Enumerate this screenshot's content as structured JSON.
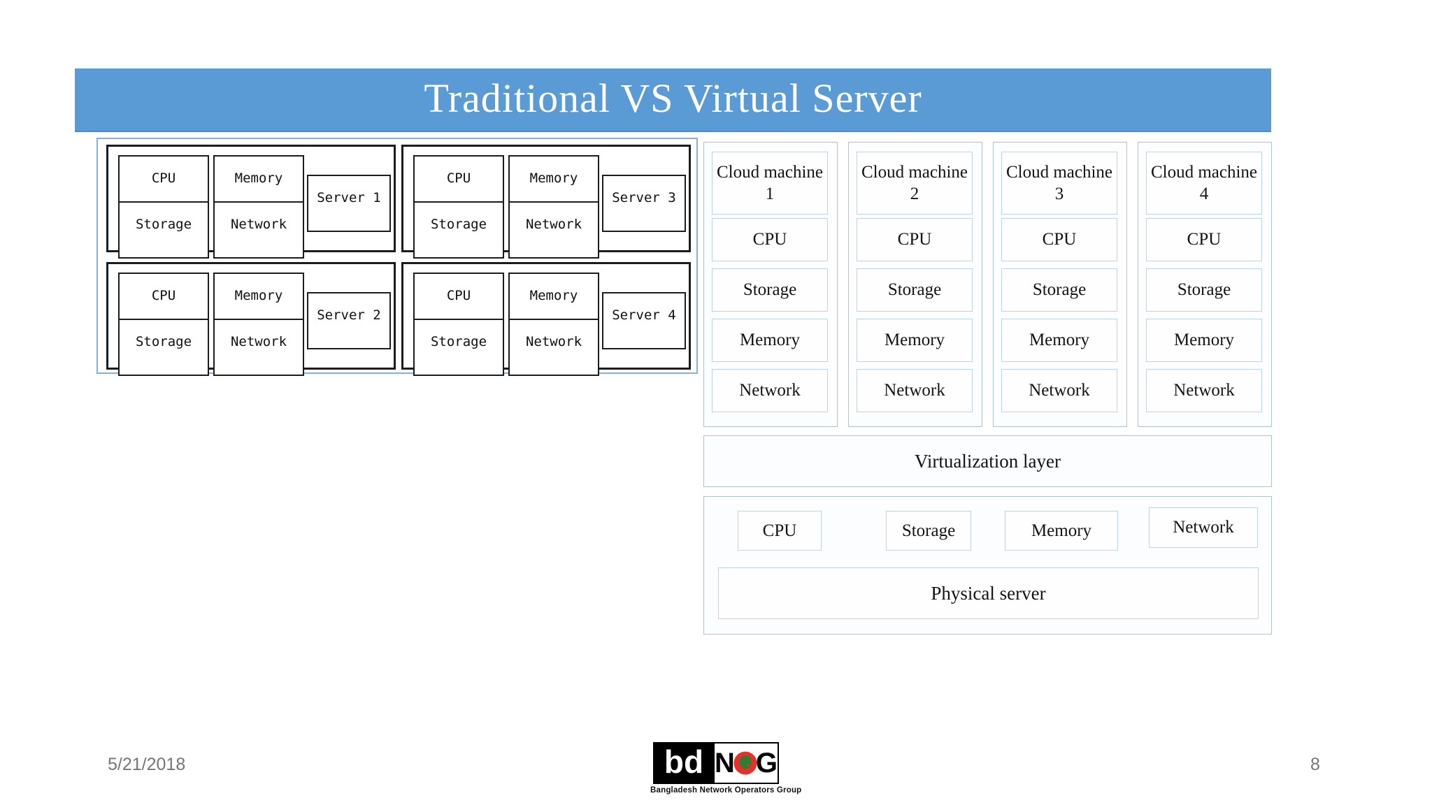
{
  "title": "Traditional VS Virtual Server",
  "traditional": {
    "servers": [
      {
        "name": "Server 1",
        "cpu": "CPU",
        "memory": "Memory",
        "storage": "Storage",
        "network": "Network"
      },
      {
        "name": "Server 2",
        "cpu": "CPU",
        "memory": "Memory",
        "storage": "Storage",
        "network": "Network"
      },
      {
        "name": "Server 3",
        "cpu": "CPU",
        "memory": "Memory",
        "storage": "Storage",
        "network": "Network"
      },
      {
        "name": "Server 4",
        "cpu": "CPU",
        "memory": "Memory",
        "storage": "Storage",
        "network": "Network"
      }
    ]
  },
  "cloud": {
    "machines": [
      {
        "name": "Cloud machine 1",
        "cpu": "CPU",
        "storage": "Storage",
        "memory": "Memory",
        "network": "Network"
      },
      {
        "name": "Cloud machine 2",
        "cpu": "CPU",
        "storage": "Storage",
        "memory": "Memory",
        "network": "Network"
      },
      {
        "name": "Cloud machine 3",
        "cpu": "CPU",
        "storage": "Storage",
        "memory": "Memory",
        "network": "Network"
      },
      {
        "name": "Cloud machine 4",
        "cpu": "CPU",
        "storage": "Storage",
        "memory": "Memory",
        "network": "Network"
      }
    ],
    "virtualization_label": "Virtualization layer",
    "physical": {
      "cpu": "CPU",
      "storage": "Storage",
      "memory": "Memory",
      "network": "Network",
      "label": "Physical server"
    }
  },
  "footer": {
    "date": "5/21/2018",
    "page_number": "8",
    "logo": {
      "bd": "bd",
      "n": "N",
      "g": "G",
      "tagline": "Bangladesh Network Operators Group"
    }
  },
  "colors": {
    "banner_blue": "#5B9BD5",
    "traditional_border_blue": "#85AFDC",
    "panel_border_blue": "#AEC2D2",
    "inner_box_border_blue": "#BDD3E8",
    "footer_gray": "#767676",
    "logo_red": "#E8302A",
    "logo_green": "#2E7D32"
  }
}
